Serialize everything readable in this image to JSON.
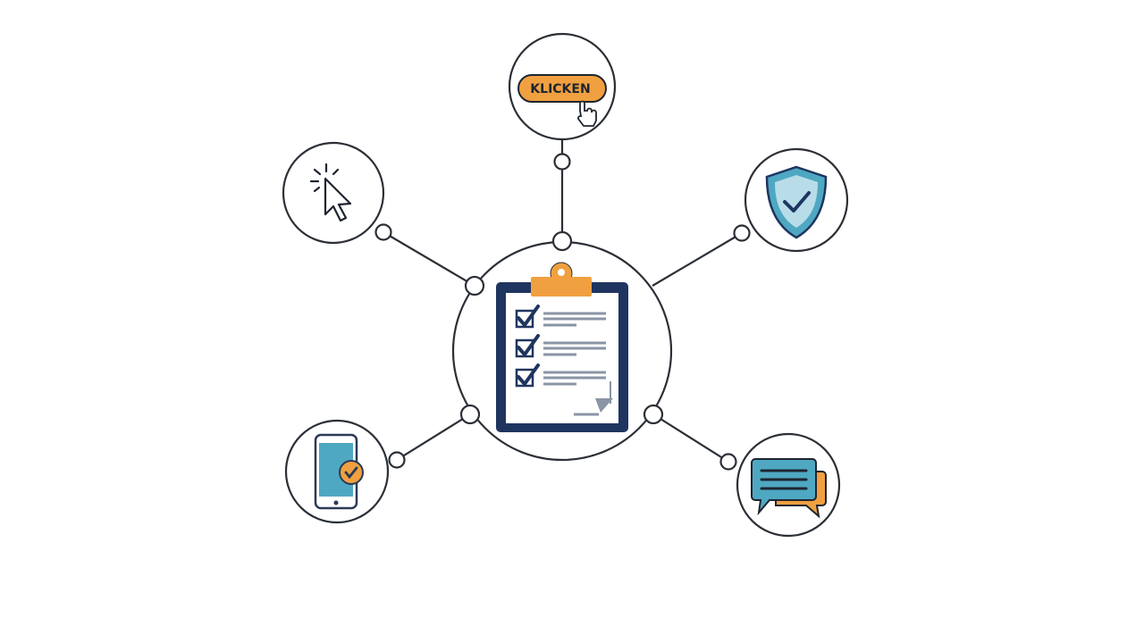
{
  "diagram": {
    "center": {
      "icon": "clipboard-checklist-icon",
      "checked_items": 3
    },
    "satellites": [
      {
        "position": "top",
        "icon": "click-button-icon",
        "button_label": "KLICKEN"
      },
      {
        "position": "top-left",
        "icon": "cursor-click-icon"
      },
      {
        "position": "top-right",
        "icon": "shield-check-icon"
      },
      {
        "position": "bottom-left",
        "icon": "smartphone-check-icon"
      },
      {
        "position": "bottom-right",
        "icon": "chat-bubbles-icon"
      }
    ],
    "colors": {
      "outline": "#2b2f36",
      "navy": "#1f3560",
      "orange": "#f0a040",
      "teal": "#4fa8c2",
      "lines": "#8a94a6"
    }
  }
}
